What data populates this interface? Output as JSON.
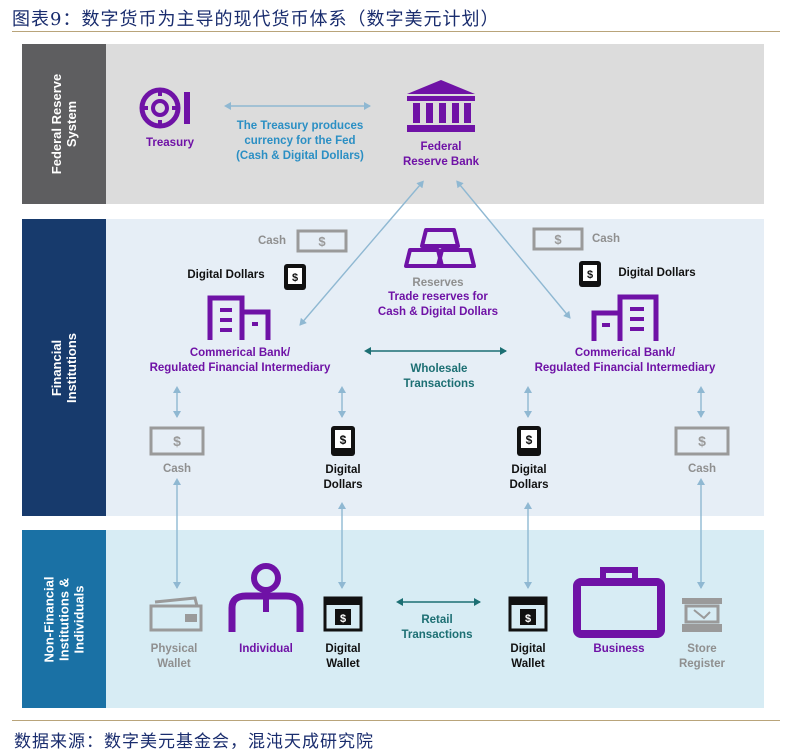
{
  "title": "图表9：数字货币为主导的现代货币体系（数字美元计划）",
  "source": "数据来源：数字美元基金会，混沌天成研究院",
  "bands": {
    "fed": "Federal Reserve\nSystem",
    "fin": "Financial\nInstitutions",
    "non": "Non-Financial\nInstitutions &\nIndividuals"
  },
  "fed": {
    "treasury": "Treasury",
    "treasury_note": "The Treasury produces\ncurrency for the Fed\n(Cash & Digital Dollars)",
    "reserve_bank": "Federal\nReserve Bank"
  },
  "fin": {
    "cash_left": "Cash",
    "cash_right": "Cash",
    "digital_left": "Digital Dollars",
    "digital_right": "Digital Dollars",
    "reserves": "Reserves",
    "reserves_note": "Trade reserves for\nCash & Digital Dollars",
    "bank_left": "Commerical Bank/\nRegulated Financial Intermediary",
    "bank_right": "Commerical Bank/\nRegulated Financial Intermediary",
    "wholesale": "Wholesale\nTransactions",
    "cash_col1": "Cash",
    "digital_col2": "Digital\nDollars",
    "digital_col3": "Digital\nDollars",
    "cash_col4": "Cash"
  },
  "non": {
    "physical_wallet": "Physical\nWallet",
    "individual": "Individual",
    "digital_wallet_left": "Digital\nWallet",
    "retail": "Retail\nTransactions",
    "digital_wallet_right": "Digital\nWallet",
    "business": "Business",
    "store_register": "Store\nRegister"
  },
  "colors": {
    "purple": "#6f12a6",
    "blue_text": "#2b8fc4",
    "teal": "#1c6f73",
    "band_fed_label": "#5e5e60",
    "band_fin_label": "#173a6c",
    "band_non_label": "#1a71a5"
  }
}
